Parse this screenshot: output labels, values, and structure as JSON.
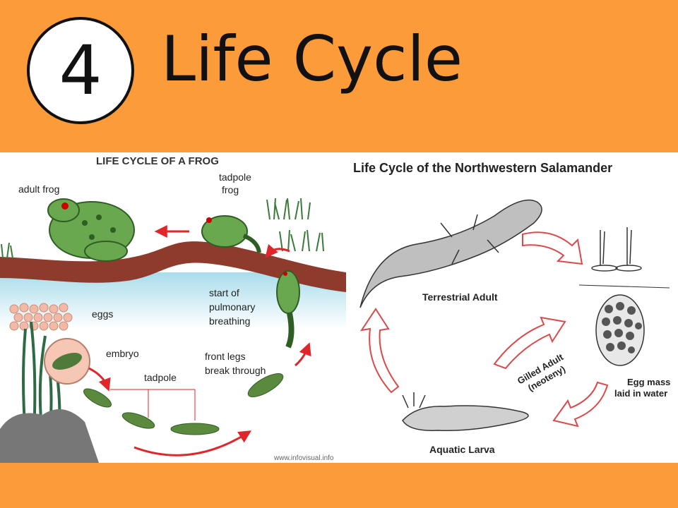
{
  "slide": {
    "number": "4",
    "title": "Life Cycle"
  },
  "frog_diagram": {
    "title": "LIFE CYCLE OF A FROG",
    "labels": {
      "adult_frog": "adult frog",
      "tadpole_frog_1": "tadpole",
      "tadpole_frog_2": "frog",
      "start_pulm_1": "start of",
      "start_pulm_2": "pulmonary",
      "start_pulm_3": "breathing",
      "eggs": "eggs",
      "embryo": "embryo",
      "front_legs_1": "front legs",
      "front_legs_2": "break through",
      "tadpole": "tadpole"
    },
    "credit": "www.infovisual.info"
  },
  "salamander_diagram": {
    "title": "Life Cycle of the Northwestern Salamander",
    "labels": {
      "terrestrial_adult": "Terrestrial Adult",
      "egg_mass_1": "Egg mass",
      "egg_mass_2": "laid in water",
      "aquatic_larva": "Aquatic Larva",
      "gilled_adult_1": "Gilled Adult",
      "gilled_adult_2": "(neoteny)"
    }
  },
  "colors": {
    "background": "#fb9b3a",
    "arrow_red": "#e0262b",
    "frog_green": "#6aa84f",
    "salamander_arrow": "#d94a4a"
  }
}
